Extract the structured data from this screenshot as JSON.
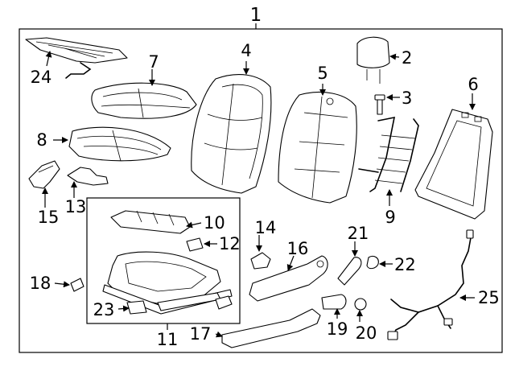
{
  "diagram": {
    "assembly_label": "1",
    "callouts": {
      "c2": "2",
      "c3": "3",
      "c4": "4",
      "c5": "5",
      "c6": "6",
      "c7": "7",
      "c8": "8",
      "c9": "9",
      "c10": "10",
      "c11": "11",
      "c12": "12",
      "c13": "13",
      "c14": "14",
      "c15": "15",
      "c16": "16",
      "c17": "17",
      "c18": "18",
      "c19": "19",
      "c20": "20",
      "c21": "21",
      "c22": "22",
      "c23": "23",
      "c24": "24",
      "c25": "25"
    }
  }
}
